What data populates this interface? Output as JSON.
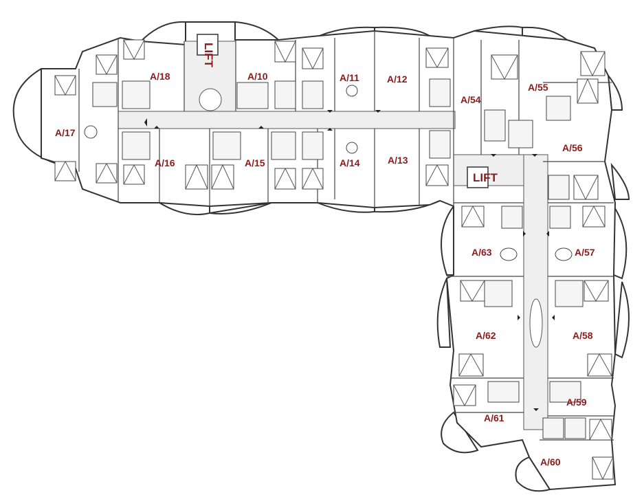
{
  "plan": {
    "lift_labels": [
      "LIFT",
      "LIFT"
    ],
    "apartments": [
      "A/17",
      "A/18",
      "A/10",
      "A/11",
      "A/12",
      "A/16",
      "A/15",
      "A/14",
      "A/13",
      "A/54",
      "A/55",
      "A/56",
      "A/63",
      "A/57",
      "A/62",
      "A/58",
      "A/61",
      "A/59",
      "A/60"
    ],
    "colors": {
      "label": "#8b1a1a",
      "wall": "#333333",
      "corridor": "#efefef"
    }
  }
}
